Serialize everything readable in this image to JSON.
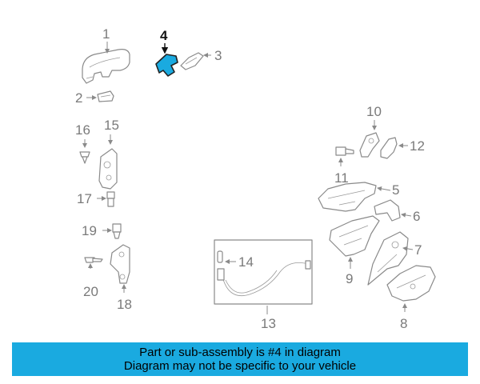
{
  "diagram": {
    "highlighted_part": "4",
    "callouts": [
      "1",
      "2",
      "3",
      "4",
      "5",
      "6",
      "7",
      "8",
      "9",
      "10",
      "11",
      "12",
      "13",
      "14",
      "15",
      "16",
      "17",
      "18",
      "19",
      "20"
    ]
  },
  "colors": {
    "highlight": "#1aaae0",
    "banner_background": "#1aaae0",
    "part_stroke": "#8a8a8a",
    "label_text": "#7a7a7a"
  },
  "banner": {
    "line1": "Part or sub-assembly is #4 in diagram",
    "line2": "Diagram may not be specific to your vehicle"
  }
}
